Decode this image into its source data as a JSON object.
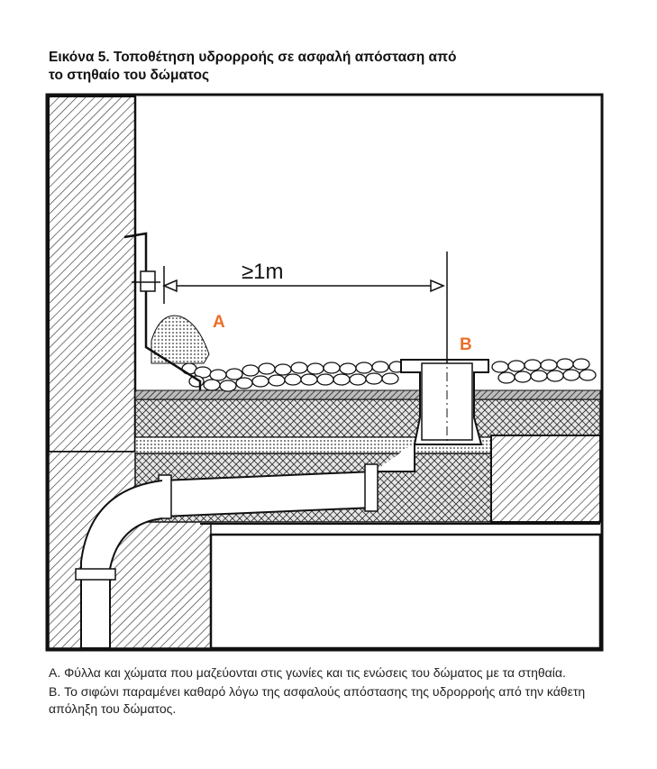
{
  "title_line1": "Εικόνα 5. Τοποθέτηση υδρορροής σε ασφαλή απόσταση από",
  "title_line2": "το στηθαίο του δώματος",
  "diagram": {
    "dimension_label": "≥1m",
    "label_a": "A",
    "label_b": "B",
    "label_color": "#e8702a"
  },
  "caption": {
    "item_a": "A. Φύλλα και χώματα που μαζεύονται στις γωνίες και τις ενώσεις του δώματος με τα στηθαία.",
    "item_b": "B. Το σιφώνι παραμένει καθαρό λόγω της ασφαλούς απόστασης της υδρορροής από την κάθετη απόληξη του δώματος."
  }
}
